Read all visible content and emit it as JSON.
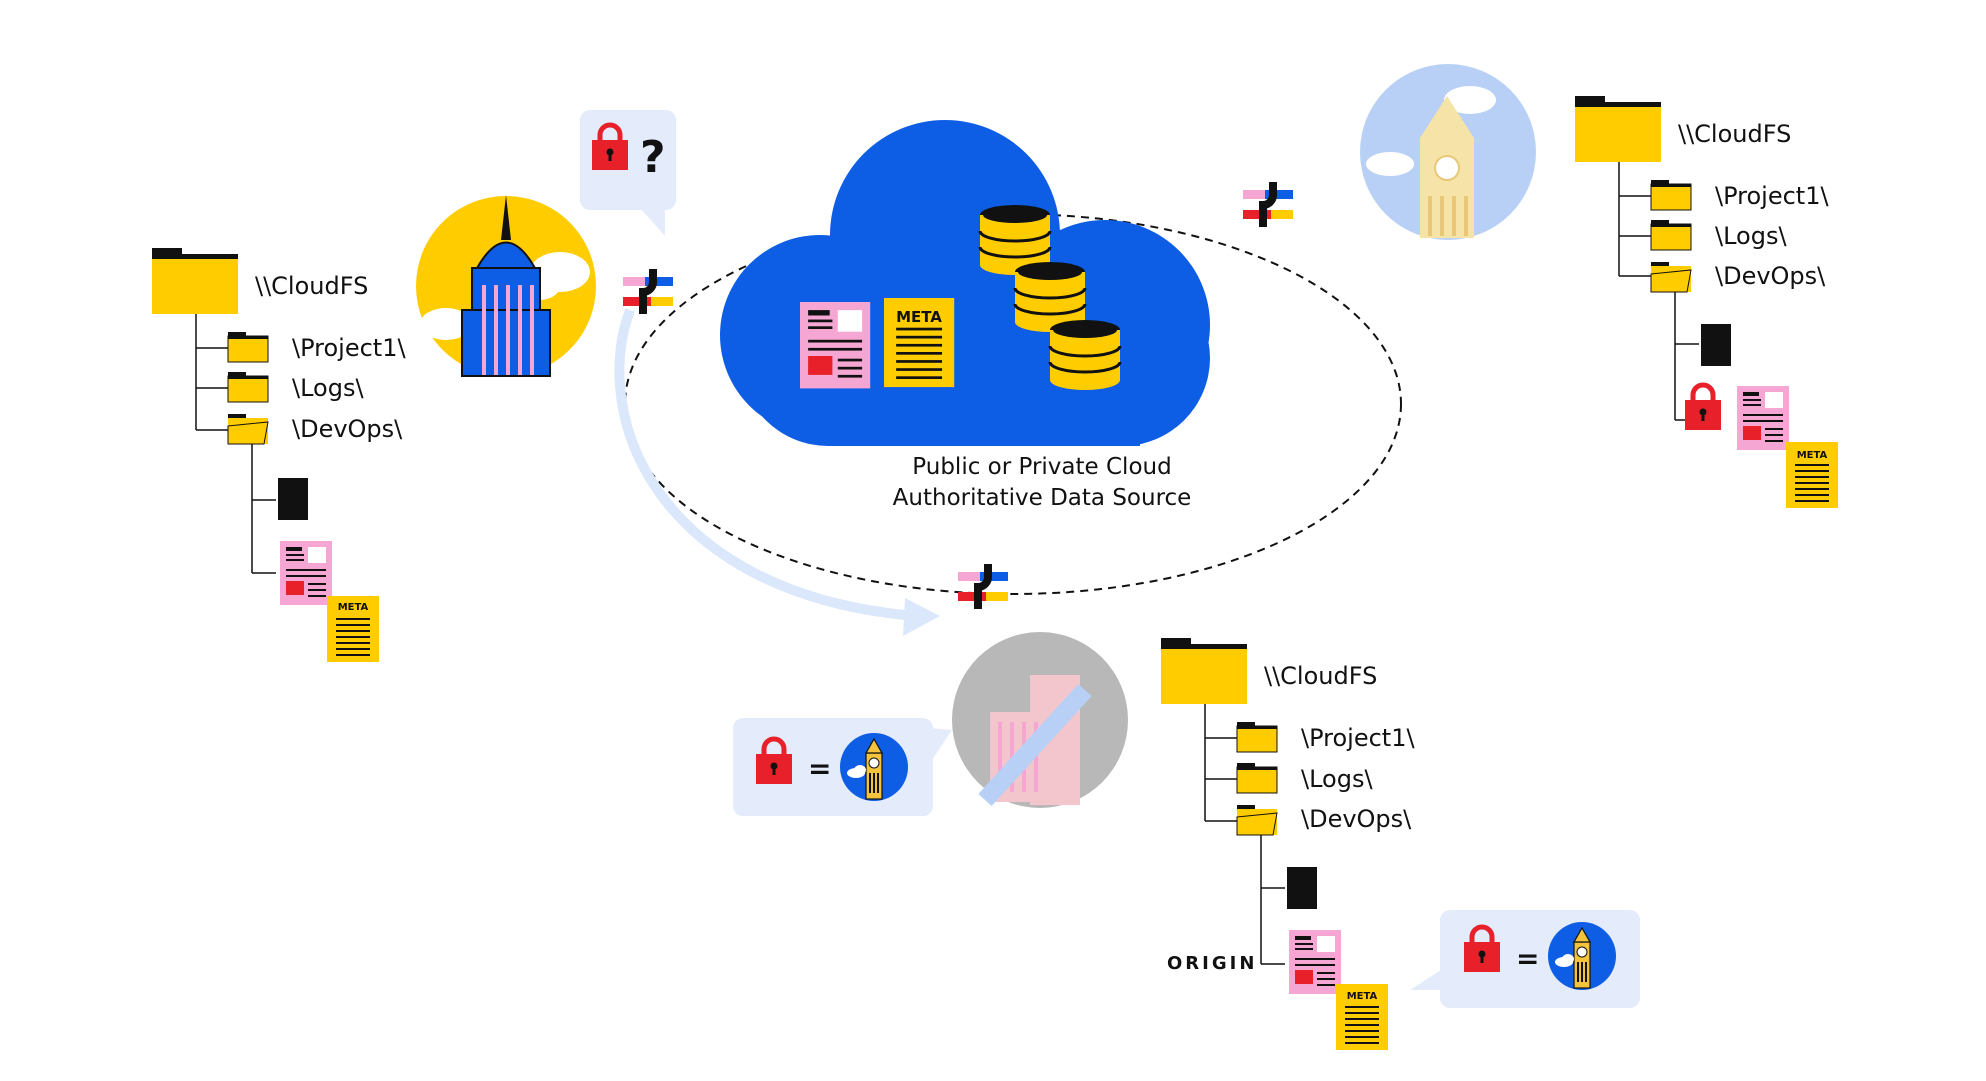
{
  "center": {
    "caption_line1": "Public or Private Cloud",
    "caption_line2": "Authoritative Data Source",
    "meta_label": "META"
  },
  "trees": [
    {
      "root": "\\\\CloudFS",
      "folders": [
        "\\Project1\\",
        "\\Logs\\",
        "\\DevOps\\"
      ],
      "meta_label": "META"
    },
    {
      "root": "\\\\CloudFS",
      "folders": [
        "\\Project1\\",
        "\\Logs\\",
        "\\DevOps\\"
      ],
      "meta_label": "META"
    },
    {
      "root": "\\\\CloudFS",
      "folders": [
        "\\Project1\\",
        "\\Logs\\",
        "\\DevOps\\"
      ],
      "meta_label": "META",
      "origin_label": "ORIGIN"
    }
  ],
  "bubbles": {
    "question_mark": "?",
    "equals": "="
  },
  "colors": {
    "cloud": "#0d5ee5",
    "folder": "#ffcc00",
    "lock": "#e8202a",
    "doc_pink": "#f6a6d2",
    "bubble_bg": "#e4ecfb",
    "sky_blue": "#b8d0f5",
    "arrow": "#dbe7fb"
  }
}
